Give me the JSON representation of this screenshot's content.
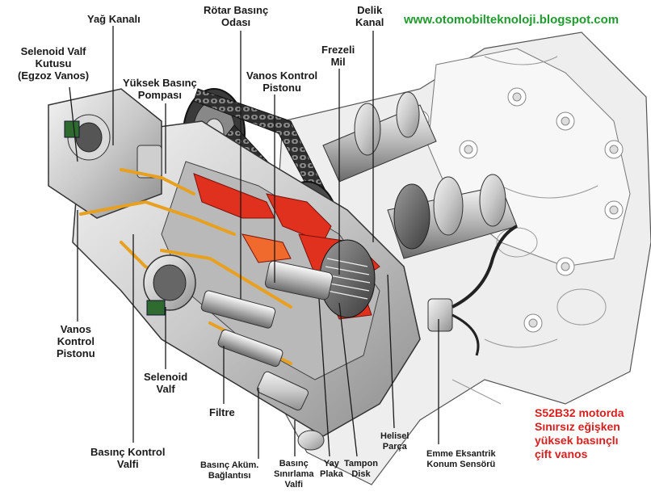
{
  "website": "www.otomobilteknoloji.blogspot.com",
  "caption": [
    "S52B32 motorda",
    "Sınırsız eğişken",
    "yüksek basınçlı",
    "çift vanos"
  ],
  "labels": {
    "selenoid_valf_kutusu": [
      "Selenoid Valf",
      "Kutusu",
      "(Egzoz Vanos)"
    ],
    "yag_kanali": [
      "Yağ Kanalı"
    ],
    "yuksek_basinc_pompasi": [
      "Yüksek Basınç",
      "Pompası"
    ],
    "rotar_basinc_odasi": [
      "Rötar Basınç",
      "Odası"
    ],
    "vanos_kontrol_pistonu_top": [
      "Vanos Kontrol",
      "Pistonu"
    ],
    "frezeli_mil": [
      "Frezeli",
      "Mil"
    ],
    "delik_kanal": [
      "Delik",
      "Kanal"
    ],
    "vanos_kontrol_pistonu_left": [
      "Vanos",
      "Kontrol",
      "Pistonu"
    ],
    "selenoid_valf": [
      "Selenoid",
      "Valf"
    ],
    "filtre": [
      "Filtre"
    ],
    "basinc_kontrol_valfi": [
      "Basınç Kontrol",
      "Valfi"
    ],
    "basinc_akum_baglantisi": [
      "Basınç Aküm.",
      "Bağlantısı"
    ],
    "basinc_sinirlama_valfi": [
      "Basınç",
      "Sınırlama",
      "Valfi"
    ],
    "yay_plaka": [
      "Yay",
      "Plaka"
    ],
    "tampon_disk": [
      "Tampon",
      "Disk"
    ],
    "helisel_parca": [
      "Helisel",
      "Parça"
    ],
    "emme_eksantrik_konum_sensoru": [
      "Emme Eksantrik",
      "Konum Sensörü"
    ]
  },
  "colors": {
    "website": "#1f9b2f",
    "caption": "#d81f1f",
    "oil_channel": "#e8a020",
    "pressure_chamber": "#e0301e",
    "metal": "#c8c8c8"
  }
}
